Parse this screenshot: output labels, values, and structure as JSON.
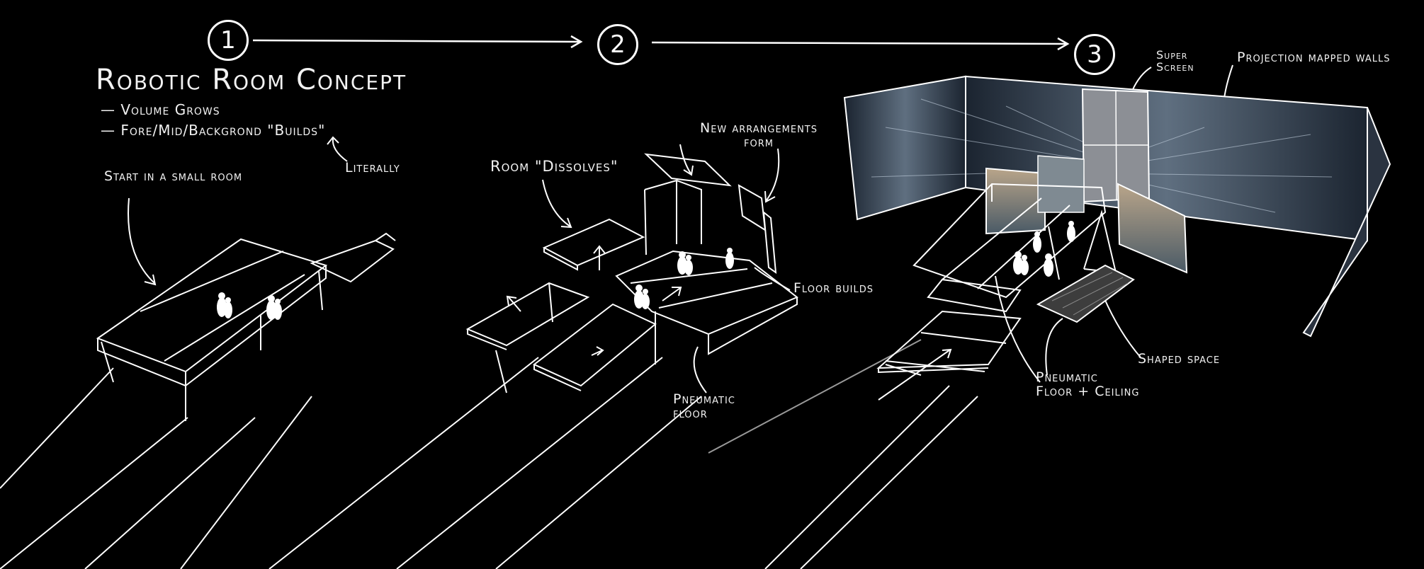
{
  "title": "Robotic Room Concept",
  "bullets": [
    "— Volume Grows",
    "— Fore/Mid/Backgrond \"Builds\""
  ],
  "annotations": {
    "literally": "Literally",
    "start_small_room": "Start in a small room",
    "room_dissolves": "Room \"Dissolves\"",
    "new_arrangements": [
      "New arrangements",
      "form"
    ],
    "floor_builds": "Floor builds",
    "pneumatic_floor": [
      "Pneumatic",
      "floor"
    ],
    "super_screen": [
      "Super",
      "Screen"
    ],
    "projection_mapped_walls": "Projection mapped walls",
    "shaped_space": "Shaped space",
    "pneumatic_floor_ceiling": [
      "Pneumatic",
      "Floor + Ceiling"
    ]
  },
  "steps": [
    "1",
    "2",
    "3"
  ],
  "colors": {
    "background": "#000000",
    "line": "#ffffff",
    "screen_glow": "#9fb3c8"
  }
}
